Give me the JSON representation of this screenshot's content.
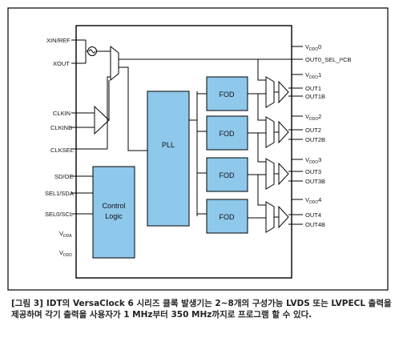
{
  "left_pins": [
    "XIN/REF",
    "XOUT",
    "CLKIN",
    "CLKINB",
    "CLKSEL",
    "SD/OE",
    "SEL1/SDA",
    "SEL0/SCL"
  ],
  "left_supply": {
    "v": "V",
    "dda": "DDA",
    "ddd": "DDD"
  },
  "right_pins": {
    "vddo0": "V",
    "vddo0_sub": "DDO",
    "vddo0_num": "0",
    "out0": "OUT0_SEL_I²CB",
    "vddo1": "V",
    "vddo1_sub": "DDO",
    "vddo1_num": "1",
    "out1": "OUT1",
    "out1b": "OUT1B",
    "vddo2": "V",
    "vddo2_sub": "DDO",
    "vddo2_num": "2",
    "out2": "OUT2",
    "out2b": "OUT2B",
    "vddo3": "V",
    "vddo3_sub": "DDO",
    "vddo3_num": "3",
    "out3": "OUT3",
    "out3b": "OUT3B",
    "vddo4": "V",
    "vddo4_sub": "DDO",
    "vddo4_num": "4",
    "out4": "OUT4",
    "out4b": "OUT4B"
  },
  "blocks": {
    "pll": "PLL",
    "fod": "FOD",
    "control_line1": "Control",
    "control_line2": "Logic"
  },
  "colors": {
    "block_fill": "#8ec8ea",
    "line": "#000000"
  },
  "caption": {
    "tag": "[그림 3]",
    "text": "IDT의 VersaClock 6 시리즈 클록 발생기는 2~8개의 구성가능 LVDS 또는 LVPECL 출력을 제공하며 각기 출력을 사용자가 1 MHz부터 350 MHz까지로 프로그램 할 수 있다."
  }
}
